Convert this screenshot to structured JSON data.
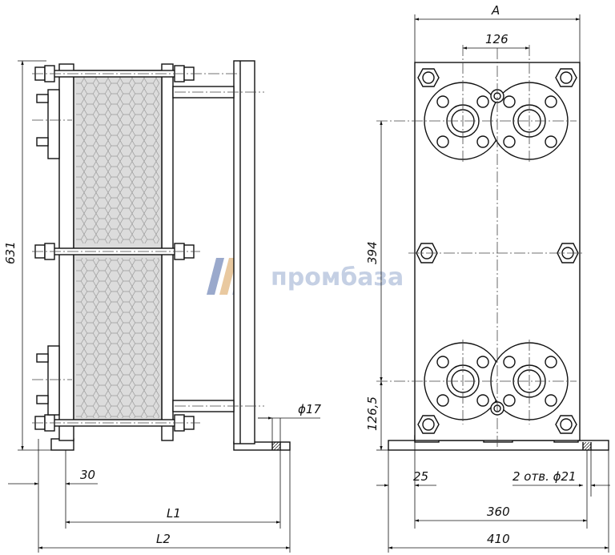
{
  "watermark": {
    "text": "промбаза",
    "logo_colors": [
      "#9aa9cc",
      "#e9c9a0",
      "#b9c5de"
    ]
  },
  "side_view": {
    "labels": {
      "height": "631",
      "offset": "30",
      "hole_dia": "ϕ17",
      "length_1": "L1",
      "length_2": "L2"
    }
  },
  "front_view": {
    "labels": {
      "width": "A",
      "port_spacing": "126",
      "port_height": "394",
      "bottom_port": "126,5",
      "edge": "25",
      "holes": "2 отв. ϕ21",
      "base_inner": "360",
      "base_total": "410"
    }
  },
  "colors": {
    "line": "#111111",
    "plate_fill": "#dcdcdc",
    "hex_pattern": "#9a9a9a",
    "centerline": "#444444"
  }
}
